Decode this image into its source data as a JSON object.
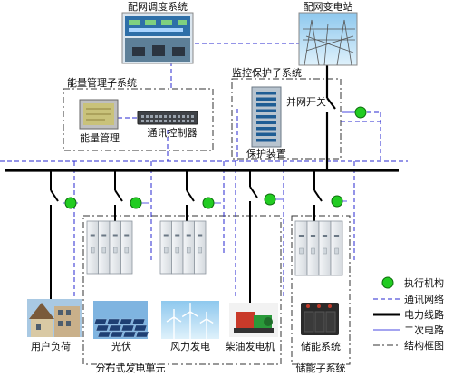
{
  "titles": {
    "dispatch": "配网调度系统",
    "substation": "配网变电站",
    "energy_mgmt_sub": "能量管理子系统",
    "monitor_protect_sub": "监控保护子系统",
    "grid_switch": "并网开关",
    "energy_mgmt": "能量管理",
    "comm_controller": "通讯控制器",
    "protection_device": "保护装置",
    "user_load": "用户负荷",
    "pv": "光伏",
    "wind": "风力发电",
    "diesel": "柴油发电机",
    "storage_system": "储能系统",
    "distributed_unit": "分布式发电单元",
    "storage_sub": "储能子系统"
  },
  "legend": {
    "actuator": "执行机构",
    "comm_network": "通讯网络",
    "power_line": "电力线路",
    "secondary_circuit": "二次电路",
    "frame_diagram": "结构框图"
  },
  "colors": {
    "power_line": "#000000",
    "comm_dashed": "#2a2ad0",
    "secondary": "#4a4ae0",
    "actuator": "#22cc22",
    "actuator_stroke": "#0d6b0d",
    "frame": "#333333",
    "cabinet": "#e9ecef",
    "screen_blue": "#2e6fa8"
  },
  "icons": {
    "actuator": "green-circle",
    "breaker": "switch-symbol",
    "cabinet": "switchgear-cabinet"
  }
}
